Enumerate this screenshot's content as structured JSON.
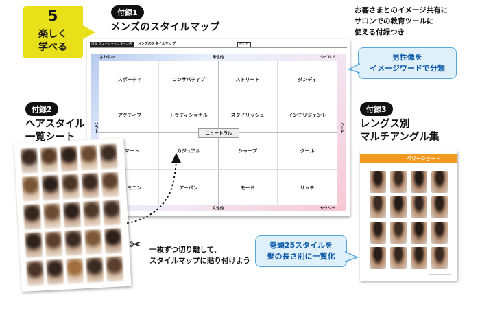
{
  "yellow_badge": {
    "number": "5",
    "line1": "楽しく",
    "line2": "学べる"
  },
  "appendix1": {
    "badge": "付録1",
    "title": "メンズのスタイルマップ"
  },
  "appendix2": {
    "badge": "付録2",
    "title_line1": "ヘアスタイル",
    "title_line2": "一覧シート"
  },
  "appendix3": {
    "badge": "付録3",
    "title_line1": "レングス別",
    "title_line2": "マルチアングル集"
  },
  "top_note": {
    "line1": "お客さまとのイメージ共有に",
    "line2": "サロンでの教育ツールに",
    "line3": "使える付録つき"
  },
  "callout_map": {
    "line1": "男性像を",
    "line2": "イメージワードで分類"
  },
  "callout_length": {
    "line1": "巻頭25スタイルを",
    "line2": "髪の長さ別に一覧化"
  },
  "cut_note": {
    "line1": "一枚ずつ切り離して、",
    "line2": "スタイルマップに貼り付けよう"
  },
  "style_map": {
    "header_tag": "付録 フューシャインターン店",
    "header_title": "メンズのスタイルマップ",
    "header_sub": "使い方",
    "corner_top_left": "さわやか",
    "corner_top_right": "ワイルド",
    "corner_bottom_right": "セクシー",
    "axis_top": "男性的",
    "axis_bottom": "女性的",
    "axis_left": "ソフト",
    "axis_right": "ハード",
    "center": "ニュートラル",
    "rows": [
      [
        "スポーティ",
        "コンサバティブ",
        "ストリート",
        "ダンディ"
      ],
      [
        "アクティブ",
        "トラディショナル",
        "スタイリッシュ",
        "インテリジェント"
      ],
      [
        "スマート",
        "カジュアル",
        "シャープ",
        "クール"
      ],
      [
        "フェミニン",
        "アーバン",
        "モード",
        "リッチ"
      ]
    ]
  },
  "length_sheet": {
    "header": "ベリーショート"
  },
  "colors": {
    "yellow": "#e8e11a",
    "callout_blue": "#55a8dd",
    "orange": "#f29a1f"
  }
}
